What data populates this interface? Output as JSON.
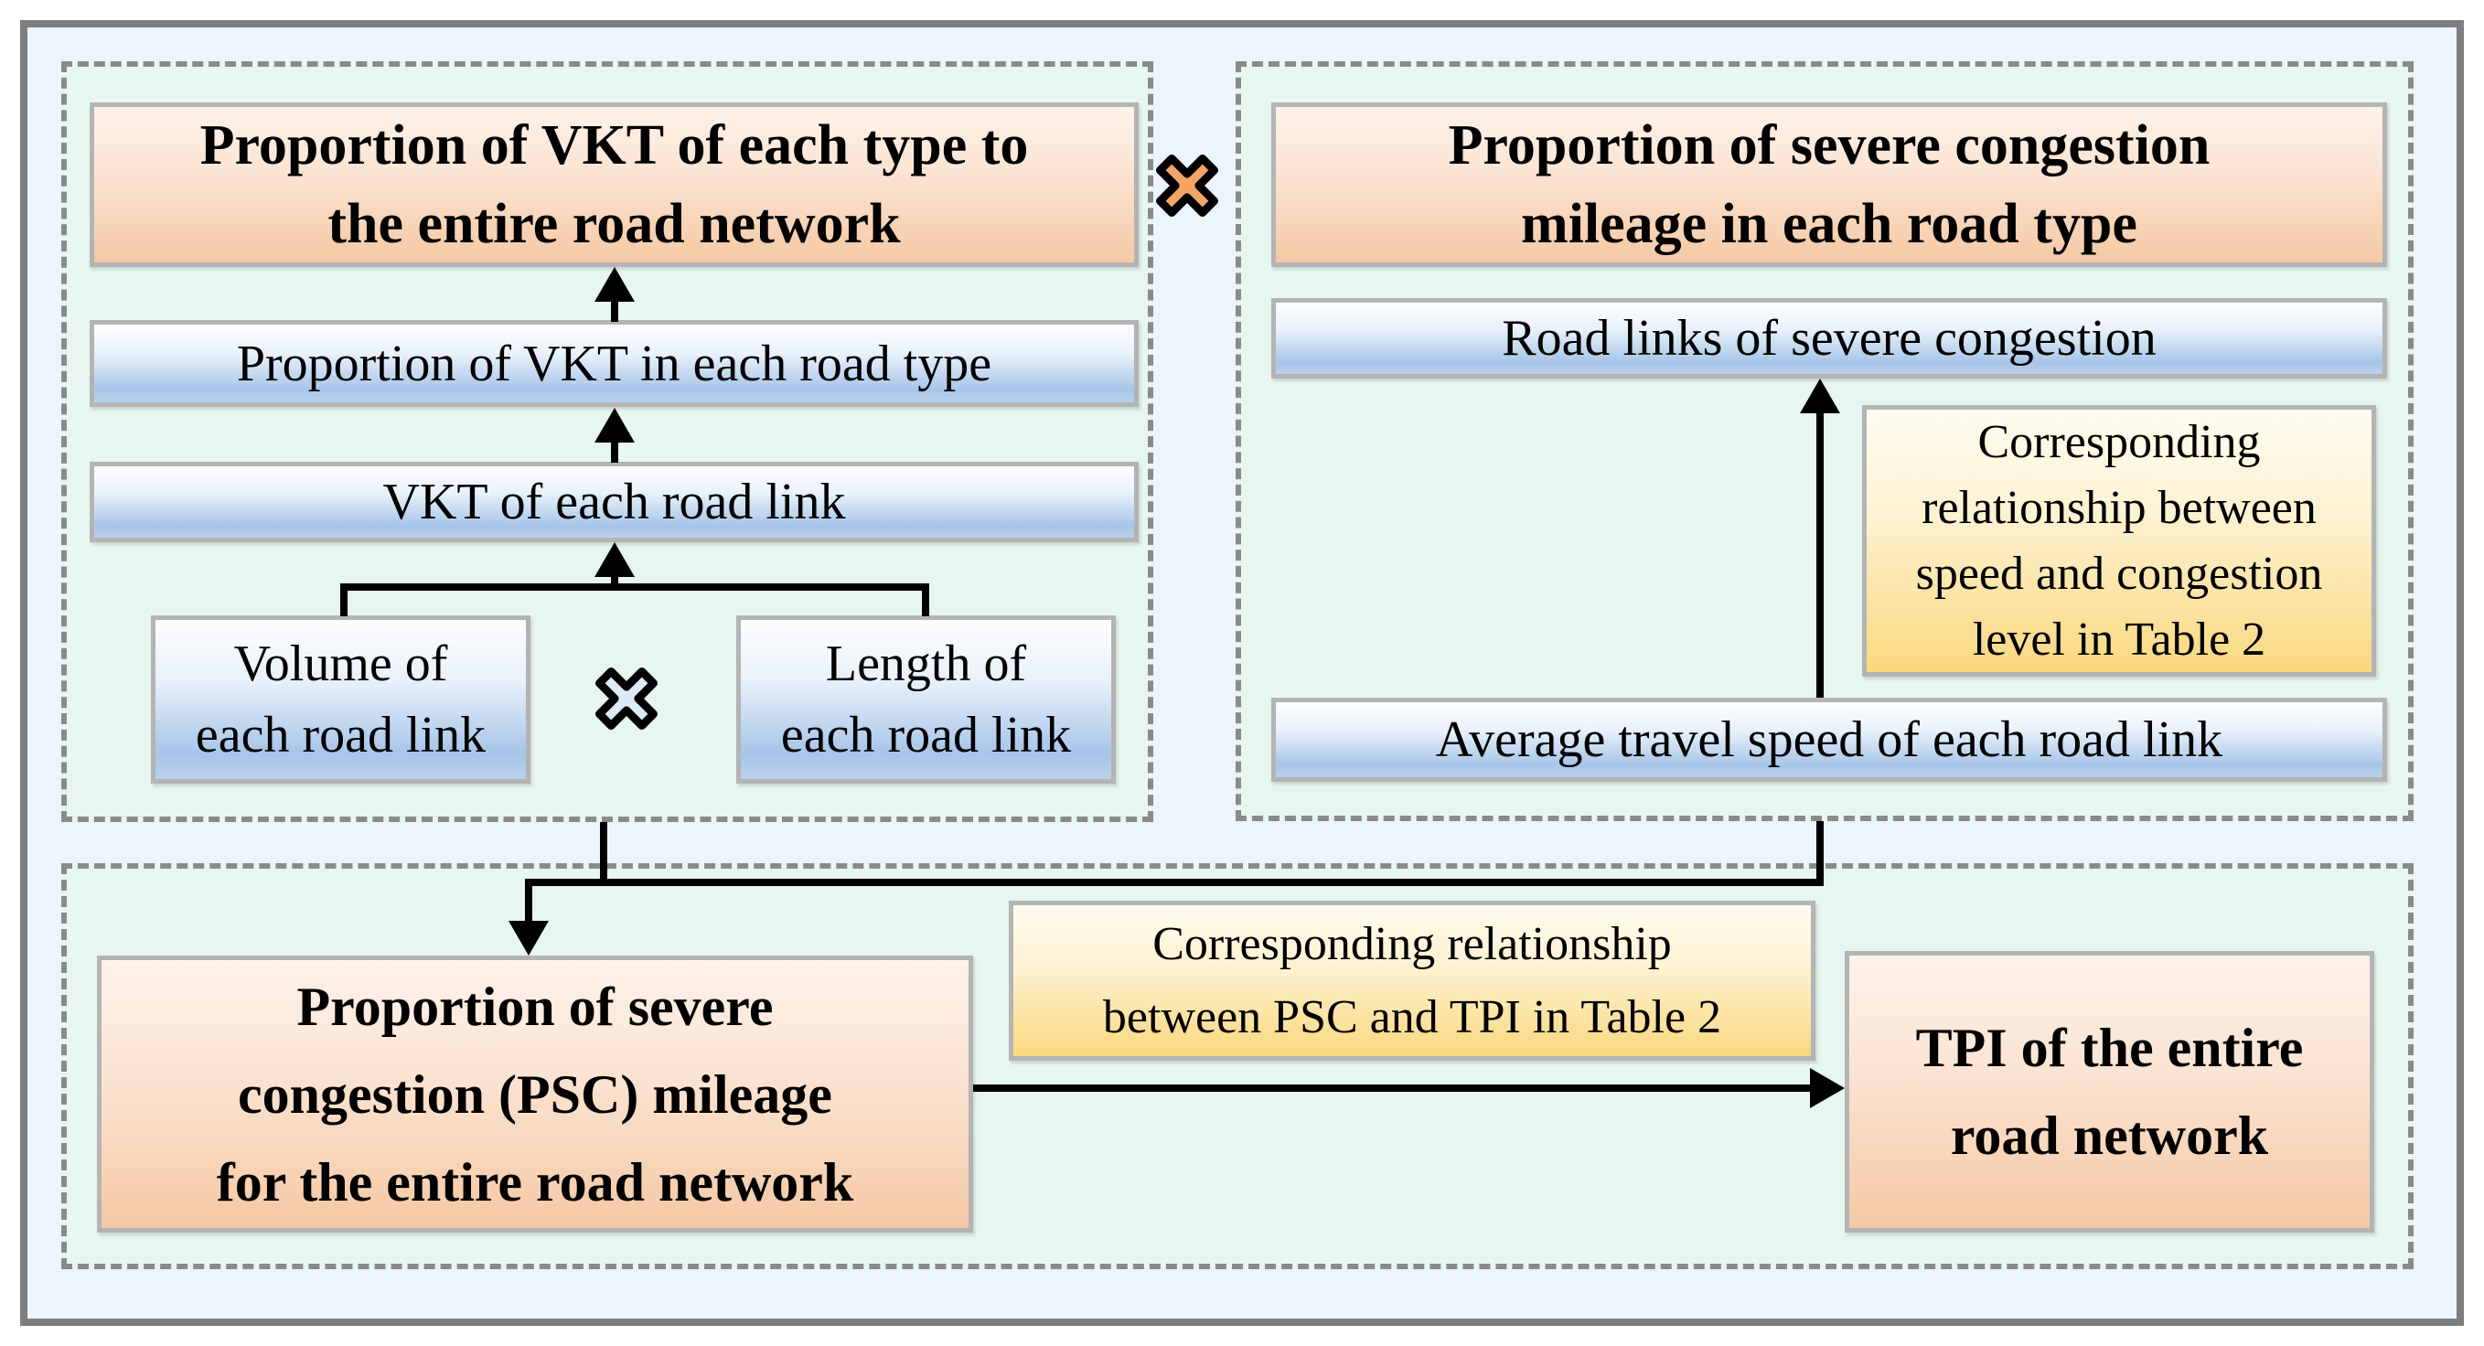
{
  "figure": {
    "type": "flowchart",
    "colors": {
      "frame_fill": "#edf5fc",
      "frame_border": "#7e7e7e",
      "container_fill": "#e7f7f0",
      "container_dash": "#8a8a8a",
      "node_border": "#b4b4b4",
      "orange_node_top": "#fdf2e9",
      "orange_node_bottom": "#f5c9a4",
      "blue_node_top": "#fdfeff",
      "blue_node_bottom": "#a7c5e8",
      "yellow_node_top": "#fefcf0",
      "yellow_node_bottom": "#fad87f",
      "multiply_orange_fill": "#f2a566",
      "multiply_pale_fill": "#dde9f4",
      "connector": "#000000"
    },
    "operators": {
      "vkt_times_mileage": "×",
      "volume_times_length": "×"
    },
    "nodes": {
      "vkt_share_title": {
        "lines": [
          "Proportion of VKT of each type to",
          "the entire road network"
        ],
        "text": "Proportion of VKT of each type to the entire road network"
      },
      "vkt_road_type": {
        "text": "Proportion of VKT in each road type"
      },
      "vkt_road_link": {
        "text": "VKT of each road link"
      },
      "volume": {
        "lines": [
          "Volume of",
          "each road link"
        ],
        "text": "Volume of each road link"
      },
      "length": {
        "lines": [
          "Length of",
          "each road link"
        ],
        "text": "Length of each road link"
      },
      "congestion_title": {
        "lines": [
          "Proportion of severe congestion",
          "mileage in each road type"
        ],
        "text": "Proportion of severe congestion mileage in each road type"
      },
      "road_links": {
        "text": "Road links of severe congestion"
      },
      "speed_congestion_table": {
        "lines": [
          "Corresponding",
          "relationship between",
          "speed and congestion",
          "level in Table 2"
        ],
        "text": "Corresponding relationship between speed and congestion level in Table 2"
      },
      "avg_speed": {
        "text": "Average travel speed of each road link"
      },
      "psc": {
        "lines": [
          "Proportion of severe",
          "congestion (PSC) mileage",
          "for the entire road network"
        ],
        "text": "Proportion of severe congestion (PSC) mileage for the entire road network"
      },
      "psc_tpi_table": {
        "lines": [
          "Corresponding relationship",
          "between PSC and TPI in Table 2"
        ],
        "text": "Corresponding relationship between PSC and TPI in Table 2"
      },
      "tpi": {
        "lines": [
          "TPI of the entire",
          "road network"
        ],
        "text": "TPI of the entire road network"
      }
    }
  }
}
